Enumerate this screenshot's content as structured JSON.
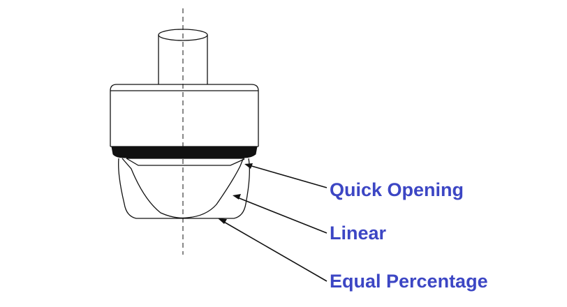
{
  "labels": {
    "quick_opening": "Quick Opening",
    "linear": "Linear",
    "equal_percentage": "Equal Percentage"
  },
  "colors": {
    "label": "#3c46c4",
    "line": "#111111",
    "background": "#ffffff"
  }
}
